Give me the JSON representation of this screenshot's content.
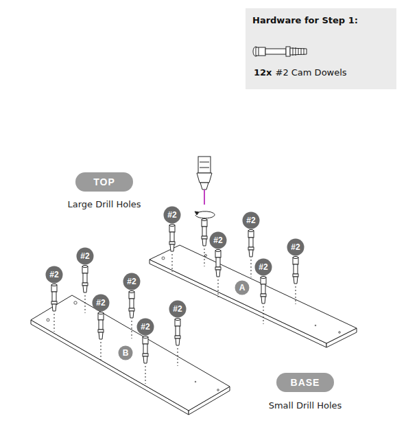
{
  "diagram": {
    "nodes": [
      {
        "text": [
          "Hardware for Step 1:",
          "12x",
          "#2 Cam Dowels"
        ]
      },
      {
        "text": [
          "TOP"
        ]
      },
      {
        "text": [
          "#2"
        ]
      },
      {
        "text": [
          "#2"
        ]
      },
      {
        "text": [
          "#2"
        ]
      },
      {
        "text": [
          "#2"
        ]
      },
      {
        "text": [
          "#2"
        ]
      },
      {
        "text": [
          "A"
        ]
      },
      {
        "text": [
          "#2"
        ]
      },
      {
        "text": [
          "#2"
        ]
      },
      {
        "text": [
          "#2"
        ]
      },
      {
        "text": [
          "#2"
        ]
      },
      {
        "text": [
          "#2"
        ]
      },
      {
        "text": [
          "#2"
        ]
      },
      {
        "text": [
          "B"
        ]
      },
      {
        "text": [
          "BASE"
        ]
      }
    ],
    "labels": [
      "Large Drill Holes",
      "Small Drill Holes"
    ]
  }
}
